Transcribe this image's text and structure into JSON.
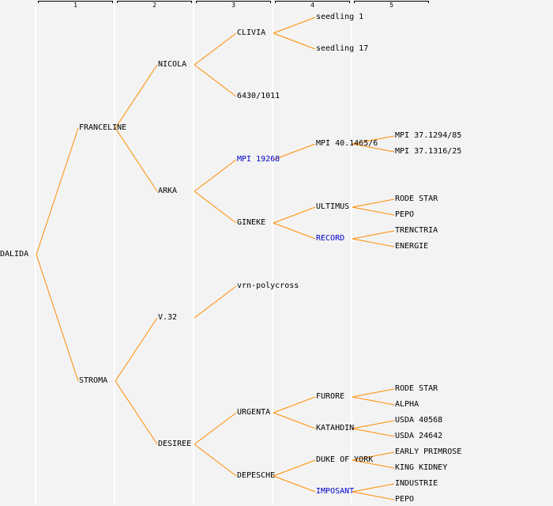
{
  "diagram": {
    "type": "pedigree-tree",
    "line_color": "#ff8c00",
    "highlight_color": "#0000cc",
    "text_color": "#000000",
    "background": "#f3f3f3",
    "generations": [
      "1",
      "2",
      "3",
      "4",
      "5"
    ],
    "root": {
      "label": "DALIDA",
      "children": [
        {
          "label": "FRANCELINE",
          "children": [
            {
              "label": "NICOLA",
              "children": [
                {
                  "label": "CLIVIA",
                  "children": [
                    {
                      "label": "seedling 1"
                    },
                    {
                      "label": "seedling 17"
                    }
                  ]
                },
                {
                  "label": "6430/1011"
                }
              ]
            },
            {
              "label": "ARKA",
              "children": [
                {
                  "label": "MPI 19268",
                  "highlight": true,
                  "children": [
                    {
                      "label": "MPI 40.1465/6",
                      "children": [
                        {
                          "label": "MPI 37.1294/85"
                        },
                        {
                          "label": "MPI 37.1316/25"
                        }
                      ]
                    }
                  ]
                },
                {
                  "label": "GINEKE",
                  "children": [
                    {
                      "label": "ULTIMUS",
                      "children": [
                        {
                          "label": "RODE STAR"
                        },
                        {
                          "label": "PEPO"
                        }
                      ]
                    },
                    {
                      "label": "RECORD",
                      "highlight": true,
                      "children": [
                        {
                          "label": "TRENCTRIA"
                        },
                        {
                          "label": "ENERGIE"
                        }
                      ]
                    }
                  ]
                }
              ]
            }
          ]
        },
        {
          "label": "STROMA",
          "children": [
            {
              "label": "V.32",
              "children": [
                {
                  "label": "vrn-polycross"
                }
              ]
            },
            {
              "label": "DESIREE",
              "children": [
                {
                  "label": "URGENTA",
                  "children": [
                    {
                      "label": "FURORE",
                      "children": [
                        {
                          "label": "RODE STAR"
                        },
                        {
                          "label": "ALPHA"
                        }
                      ]
                    },
                    {
                      "label": "KATAHDIN",
                      "children": [
                        {
                          "label": "USDA 40568"
                        },
                        {
                          "label": "USDA 24642"
                        }
                      ]
                    }
                  ]
                },
                {
                  "label": "DEPESCHE",
                  "children": [
                    {
                      "label": "DUKE OF YORK",
                      "children": [
                        {
                          "label": "EARLY PRIMROSE"
                        },
                        {
                          "label": "KING KIDNEY"
                        }
                      ]
                    },
                    {
                      "label": "IMPOSANT",
                      "highlight": true,
                      "children": [
                        {
                          "label": "INDUSTRIE"
                        },
                        {
                          "label": "PEPO"
                        }
                      ]
                    }
                  ]
                }
              ]
            }
          ]
        }
      ]
    }
  }
}
